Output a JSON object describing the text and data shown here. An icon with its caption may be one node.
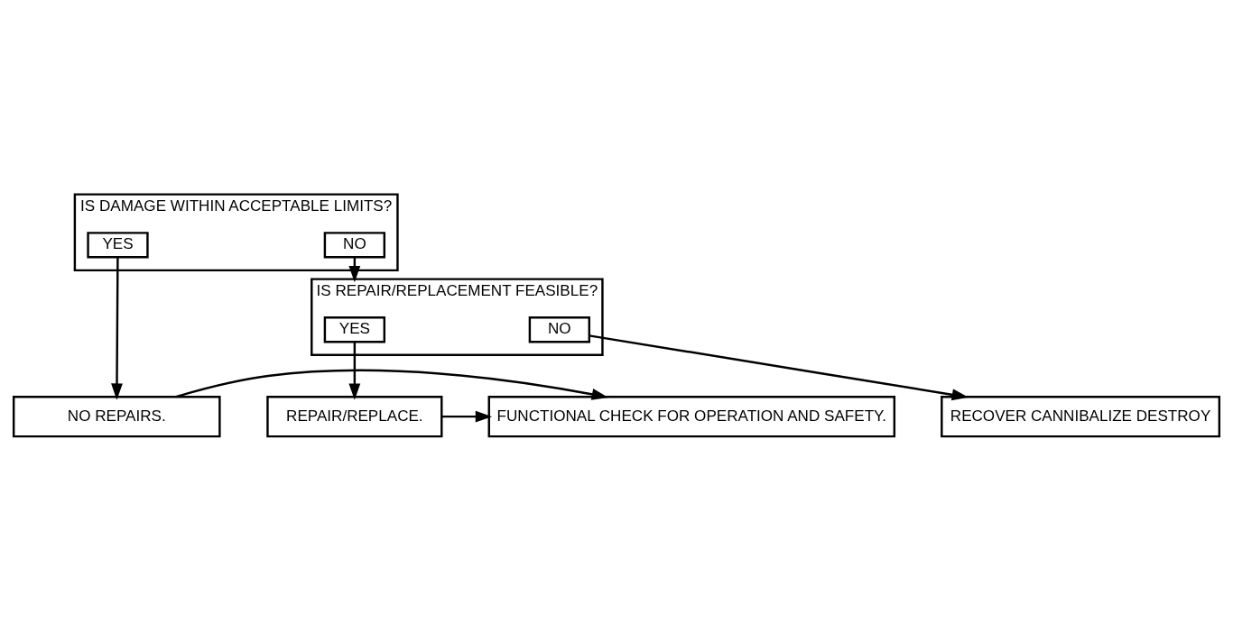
{
  "diagram": {
    "nodes": [
      {
        "text": [
          "IS DAMAGE WITHIN ACCEPTABLE LIMITS?"
        ]
      },
      {
        "text": [
          "YES"
        ],
        "in": 0
      },
      {
        "text": [
          "NO"
        ],
        "in": 0
      },
      {
        "text": [
          "IS REPAIR/REPLACEMENT FEASIBLE?"
        ]
      },
      {
        "text": [
          "YES"
        ],
        "in": 3
      },
      {
        "text": [
          "NO"
        ],
        "in": 3
      },
      {
        "text": [
          "NO REPAIRS."
        ]
      },
      {
        "text": [
          "FUNCTIONAL CHECK FOR OPERATION AND SAFETY."
        ]
      },
      {
        "text": [
          "REPAIR/REPLACE."
        ]
      },
      {
        "text": [
          "RECOVER CANNIBALIZE DESTROY"
        ]
      }
    ],
    "edges": [
      {
        "from": 1,
        "to": 6,
        "arrow": "to"
      },
      {
        "from": 2,
        "to": 3,
        "arrow": "to"
      },
      {
        "from": 6,
        "to": 7,
        "arrow": "to"
      },
      {
        "from": 4,
        "to": 8,
        "arrow": "to"
      },
      {
        "from": 5,
        "to": 9,
        "arrow": "to"
      },
      {
        "from": 8,
        "to": 7,
        "arrow": "to"
      }
    ]
  }
}
